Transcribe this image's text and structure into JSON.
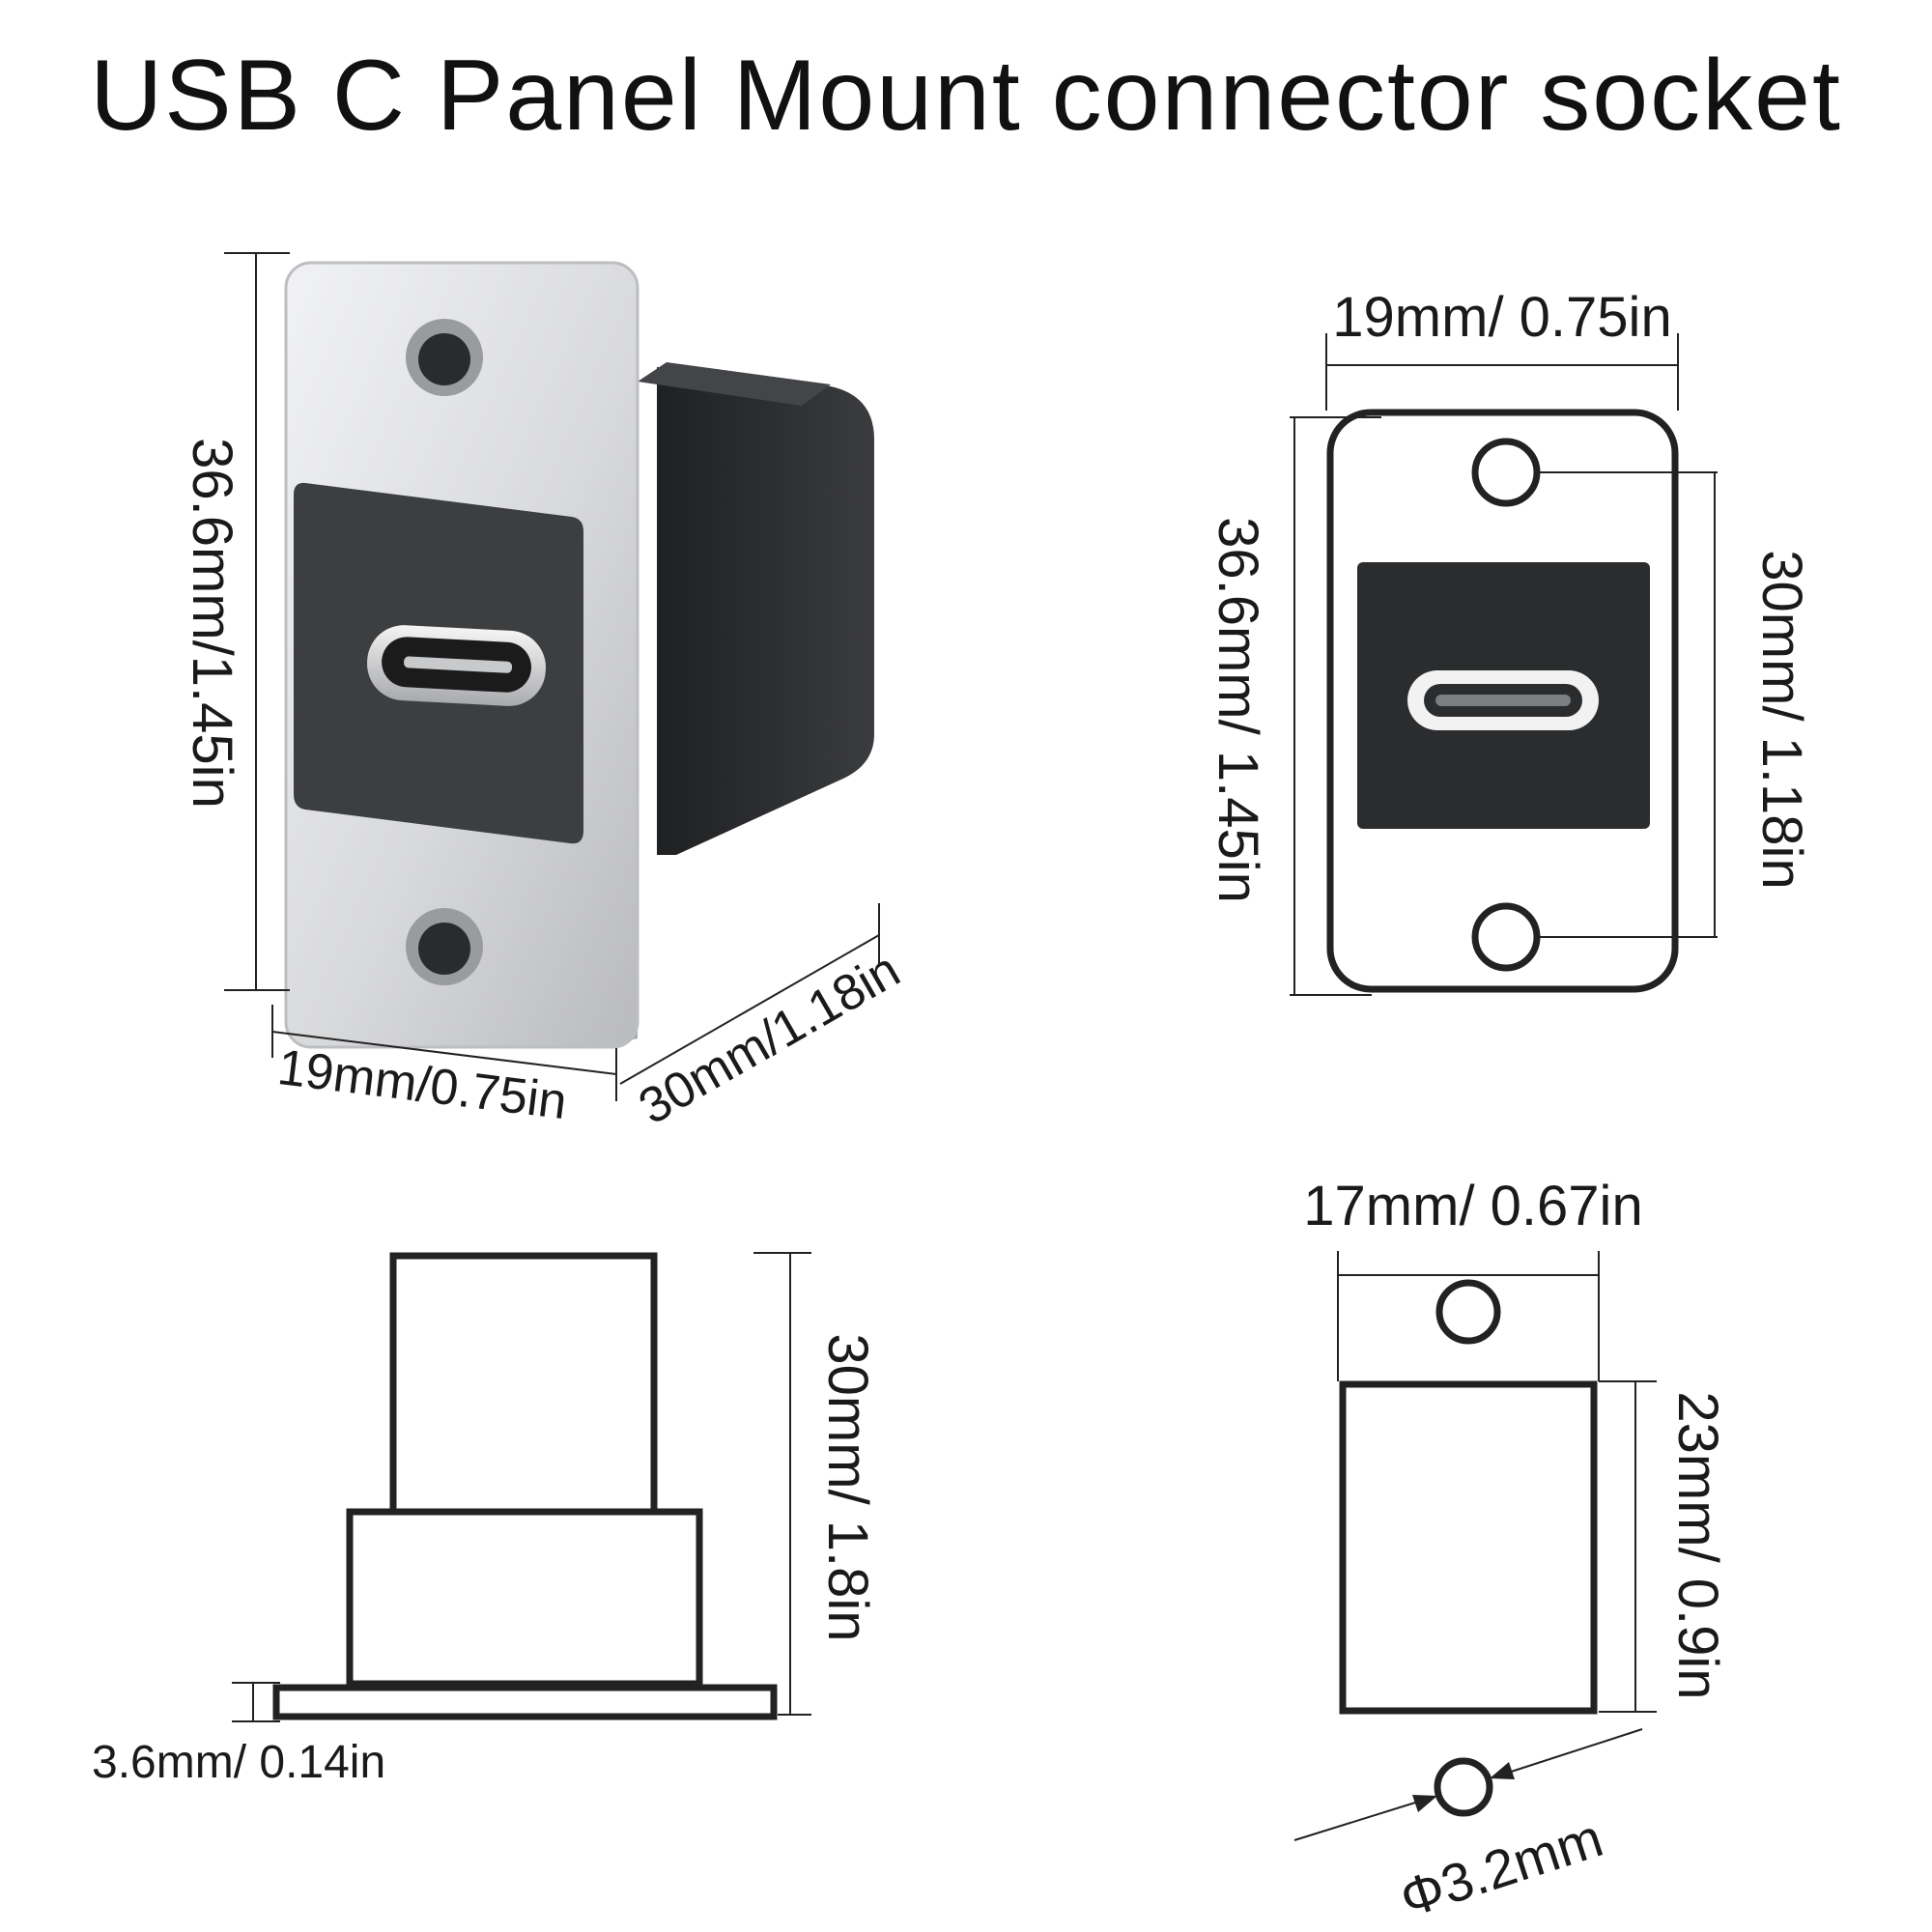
{
  "title": "USB C Panel Mount connector socket",
  "colors": {
    "outline": "#222222",
    "plate_silver": "#d9dadc",
    "insert_dark": "#3a3b3d",
    "body_black": "#2a2b2d"
  },
  "photo_view": {
    "height_label": "36.6mm/1.45in",
    "width_label": "19mm/0.75in",
    "depth_label": "30mm/1.18in"
  },
  "front_view": {
    "width_label": "19mm/ 0.75in",
    "height_label": "36.6mm/ 1.45in",
    "hole_spacing_label": "30mm/ 1.18in"
  },
  "side_view": {
    "height_label": "30mm/ 1.8in",
    "flange_label": "3.6mm/ 0.14in"
  },
  "rear_view": {
    "width_label": "17mm/ 0.67in",
    "height_label": "23mm/ 0.9in",
    "hole_label": "Φ3.2mm"
  }
}
